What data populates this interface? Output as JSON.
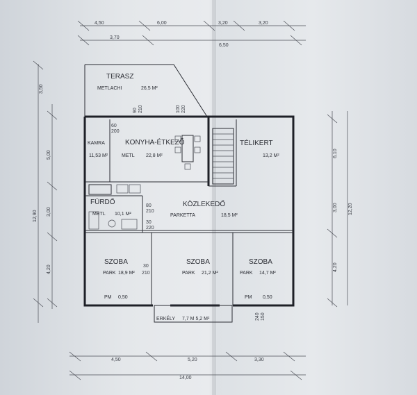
{
  "rooms": {
    "terasz": {
      "name": "TERASZ",
      "floor": "METLACHI",
      "area": "26,5 M²"
    },
    "konyha": {
      "name": "KONYHA-ÉTKEZŐ",
      "floor": "METL",
      "area": "22,8 M²"
    },
    "kamra": {
      "name": "KAMRA",
      "area": "11,53 M²"
    },
    "telikert": {
      "name": "TÉLIKERT",
      "area": "13,2 M²"
    },
    "furdo": {
      "name": "FÜRDŐ",
      "floor": "METL",
      "area": "10,1 M²"
    },
    "kozlekedo": {
      "name": "KÖZLEKEDŐ",
      "floor": "PARKETTA",
      "area": "18,5 M²"
    },
    "szoba1": {
      "name": "SZOBA",
      "floor": "PARK",
      "area": "18,9 M²",
      "pm": "PM",
      "pm_val": "0,50"
    },
    "szoba2": {
      "name": "SZOBA",
      "floor": "PARK",
      "area": "21,2 M²"
    },
    "szoba3": {
      "name": "SZOBA",
      "floor": "PARK",
      "area": "14,7 M²",
      "pm": "PM",
      "pm_val": "0,50"
    },
    "erkely": {
      "name": "ERKÉLY",
      "area": "7,7 M 5,2 M²"
    }
  },
  "dimensions": {
    "top_row1": [
      "4,50",
      "6,00",
      "3,20",
      "3,20"
    ],
    "top_row2": [
      "3,70",
      "6,50"
    ],
    "bottom_row1": [
      "4,50",
      "5,20",
      "3,30"
    ],
    "bottom_row2": [
      "14,00"
    ],
    "left_col": [
      "3,50",
      "5,00",
      "3,00",
      "4,20",
      "12,90"
    ],
    "right_col": [
      "6,10",
      "3,00",
      "4,20",
      "12,20"
    ],
    "openings": [
      "90",
      "210",
      "100",
      "220",
      "60",
      "200",
      "80",
      "210",
      "30",
      "210",
      "30",
      "220",
      "240",
      "150"
    ]
  }
}
